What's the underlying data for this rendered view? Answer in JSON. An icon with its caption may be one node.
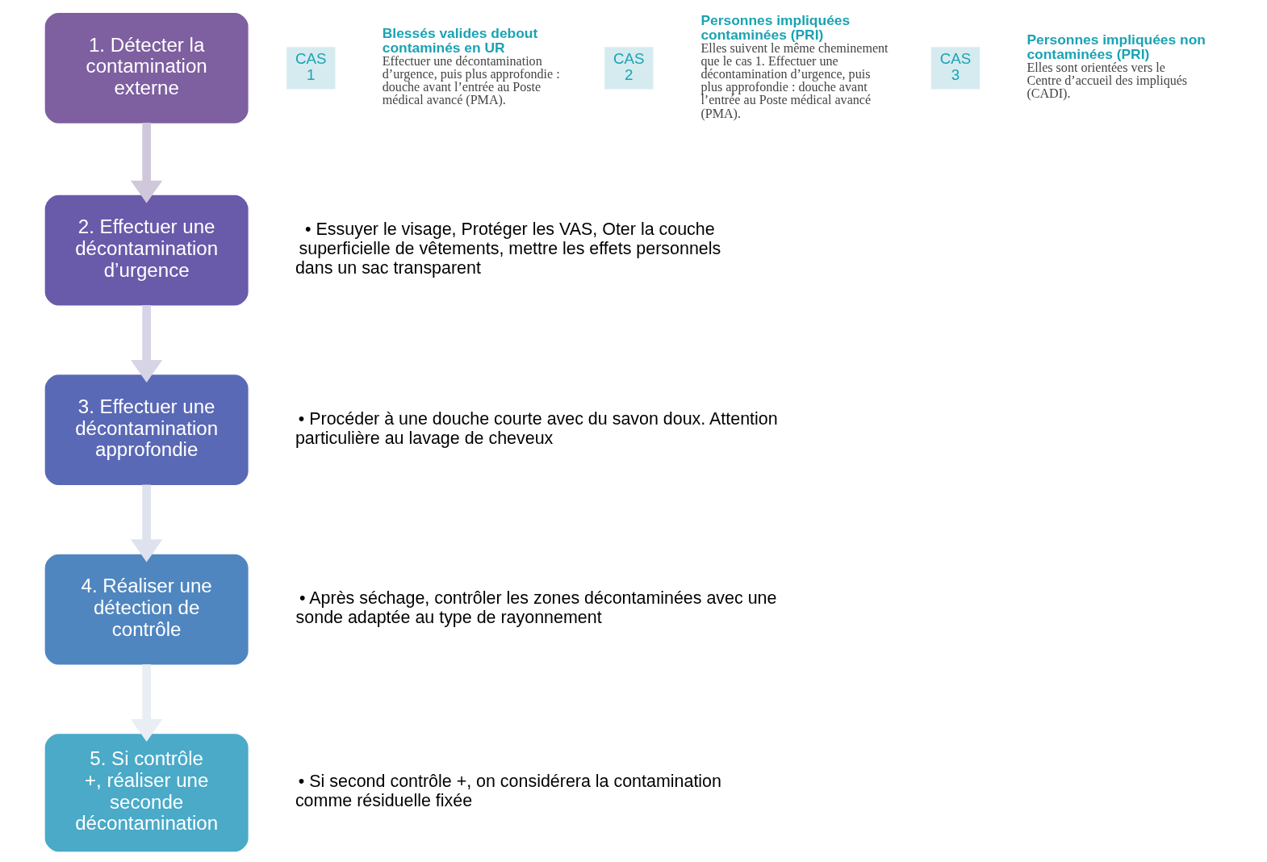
{
  "diagram": {
    "nodes": [
      {
        "text": [
          "1. Détecter la contamination externe"
        ]
      },
      {
        "text": [
          "2. Effectuer une décontamination d’urgence"
        ],
        "beside": [
          "• Essuyer le visage, Protéger les VAS, Oter la couche superficielle de vêtements, mettre les effets personnels dans un sac transparent"
        ]
      },
      {
        "text": [
          "3. Effectuer une décontamination approfondie"
        ],
        "beside": [
          "• Procéder à une douche courte avec du savon doux. Attention particulière au lavage de cheveux"
        ]
      },
      {
        "text": [
          "4. Réaliser une détection de contrôle"
        ],
        "beside": [
          "• Après séchage, contrôler les zones décontaminées avec une sonde adaptée au type de rayonnement"
        ]
      },
      {
        "text": [
          "5. Si contrôle +, réaliser une seconde décontamination"
        ],
        "beside": [
          "• Si second contrôle +, on considérera la contamination comme résiduelle fixée"
        ]
      },
      {
        "text": [
          "CAS",
          "1"
        ],
        "beside": [
          "Blessés valides debout contaminés en UR",
          "Effectuer une décontamination d’urgence, puis plus approfondie : douche avant l’entrée au Poste médical avancé (PMA)."
        ]
      },
      {
        "text": [
          "CAS",
          "2"
        ],
        "beside": [
          "Personnes impliquées contaminées (PRI)",
          "Elles suivent le même cheminement que le cas 1. Effectuer une décontamination d’urgence, puis plus approfondie : douche avant l’entrée au Poste médical avancé (PMA)."
        ]
      },
      {
        "text": [
          "CAS",
          "3"
        ],
        "beside": [
          "Personnes impliquées non contaminées (PRI)",
          "Elles sont orientées vers le Centre d’accueil des impliqués (CADI)."
        ]
      }
    ],
    "edges": [
      {
        "from": 0,
        "to": 1,
        "arrow": "to",
        "color": "#d0c8da"
      },
      {
        "from": 1,
        "to": 2,
        "arrow": "to",
        "color": "#d6d4e6"
      },
      {
        "from": 2,
        "to": 3,
        "arrow": "to",
        "color": "#dde2ee"
      },
      {
        "from": 3,
        "to": 4,
        "arrow": "to",
        "color": "#e8eef3"
      }
    ]
  }
}
